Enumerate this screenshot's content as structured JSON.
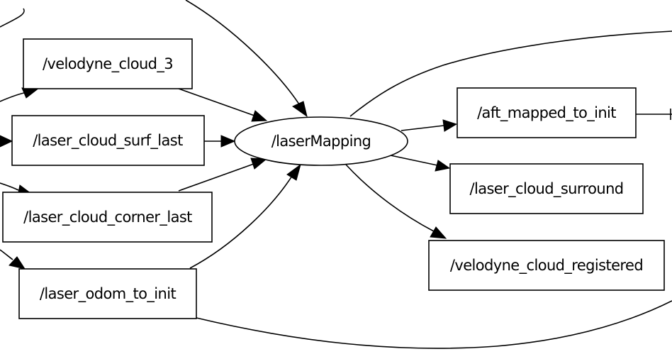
{
  "graph": {
    "topic_nodes": {
      "velodyne_cloud_3": "/velodyne_cloud_3",
      "laser_cloud_surf_last": "/laser_cloud_surf_last",
      "laser_cloud_corner_last": "/laser_cloud_corner_last",
      "laser_odom_to_init": "/laser_odom_to_init",
      "aft_mapped_to_init": "/aft_mapped_to_init",
      "laser_cloud_surround": "/laser_cloud_surround",
      "velodyne_cloud_registered": "/velodyne_cloud_registered"
    },
    "process_node": "/laserMapping",
    "colors": {
      "stroke": "#000000",
      "fill": "#ffffff"
    }
  }
}
